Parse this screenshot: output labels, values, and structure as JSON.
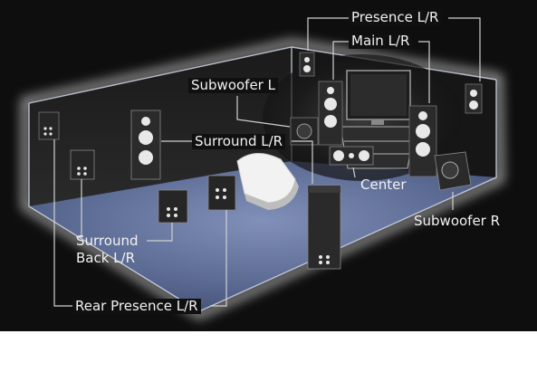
{
  "labels": {
    "presence": "Presence L/R",
    "main": "Main L/R",
    "subwoofer_l": "Subwoofer L",
    "surround": "Surround L/R",
    "center": "Center",
    "subwoofer_r": "Subwoofer R",
    "surround_back_line1": "Surround",
    "surround_back_line2": "Back L/R",
    "rear_presence": "Rear Presence L/R"
  },
  "colors": {
    "background": "#0e0e0e",
    "floor": "#5b6a92",
    "speaker_body": "#2b2b2b",
    "driver": "#e8e8e8",
    "label_text": "#f2f2f2",
    "leader_line": "#d0d0d0"
  }
}
